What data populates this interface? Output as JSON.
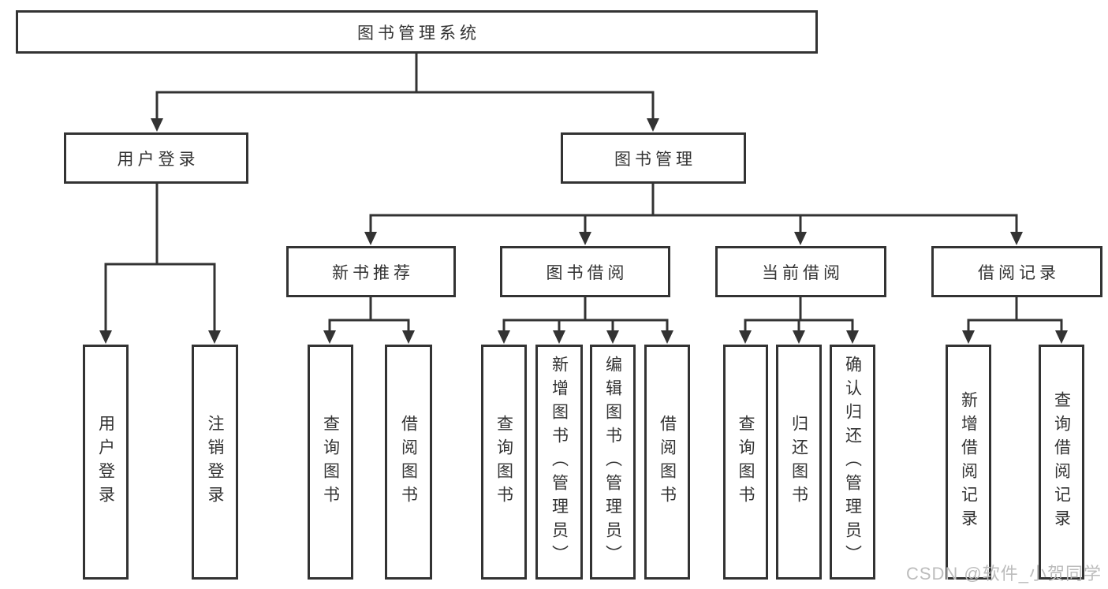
{
  "diagram": {
    "type": "hierarchy-tree",
    "colors": {
      "line": "#333333",
      "text": "#333333",
      "box_background": "#ffffff",
      "page_background": "#ffffff",
      "watermark": "#bcbcbc"
    }
  },
  "tree": {
    "root": {
      "label": "图书管理系统"
    },
    "login": {
      "label": "用户登录",
      "children": [
        {
          "label": "用户登录"
        },
        {
          "label": "注销登录"
        }
      ]
    },
    "mgmt": {
      "label": "图书管理",
      "sections": [
        {
          "label": "新书推荐",
          "children": [
            {
              "label": "查询图书"
            },
            {
              "label": "借阅图书"
            }
          ]
        },
        {
          "label": "图书借阅",
          "children": [
            {
              "label": "查询图书"
            },
            {
              "label": "新增图书（管理员）"
            },
            {
              "label": "编辑图书（管理员）"
            },
            {
              "label": "借阅图书"
            }
          ]
        },
        {
          "label": "当前借阅",
          "children": [
            {
              "label": "查询图书"
            },
            {
              "label": "归还图书"
            },
            {
              "label": "确认归还（管理员）"
            }
          ]
        },
        {
          "label": "借阅记录",
          "children": [
            {
              "label": "新增借阅记录"
            },
            {
              "label": "查询借阅记录"
            }
          ]
        }
      ]
    }
  },
  "watermark": {
    "text": "CSDN @软件_小贺同学"
  }
}
